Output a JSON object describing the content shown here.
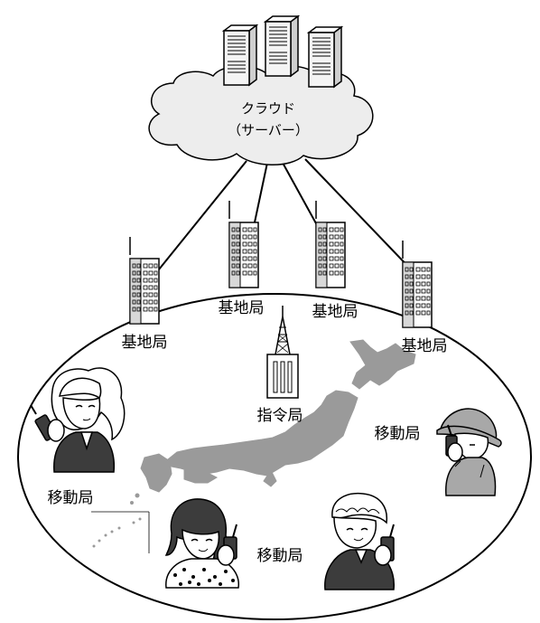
{
  "cloud": {
    "line1": "クラウド",
    "line2": "（サーバー）",
    "fill_color": "#ededed"
  },
  "base_stations": [
    {
      "label": "基地局"
    },
    {
      "label": "基地局"
    },
    {
      "label": "基地局"
    },
    {
      "label": "基地局"
    }
  ],
  "command_station": {
    "label": "指令局"
  },
  "mobile_stations": [
    {
      "label": "移動局"
    },
    {
      "label": "移動局"
    },
    {
      "label": "移動局"
    }
  ],
  "colors": {
    "map": "#9a9a9a",
    "line": "#000000",
    "skin": "#ffffff",
    "dark_clothing": "#3c3c3c",
    "gray_clothing": "#a8a8a8"
  },
  "icons": [
    "server-icon",
    "building-icon",
    "radio-tower-icon",
    "japan-map",
    "person-with-radio-icon"
  ]
}
